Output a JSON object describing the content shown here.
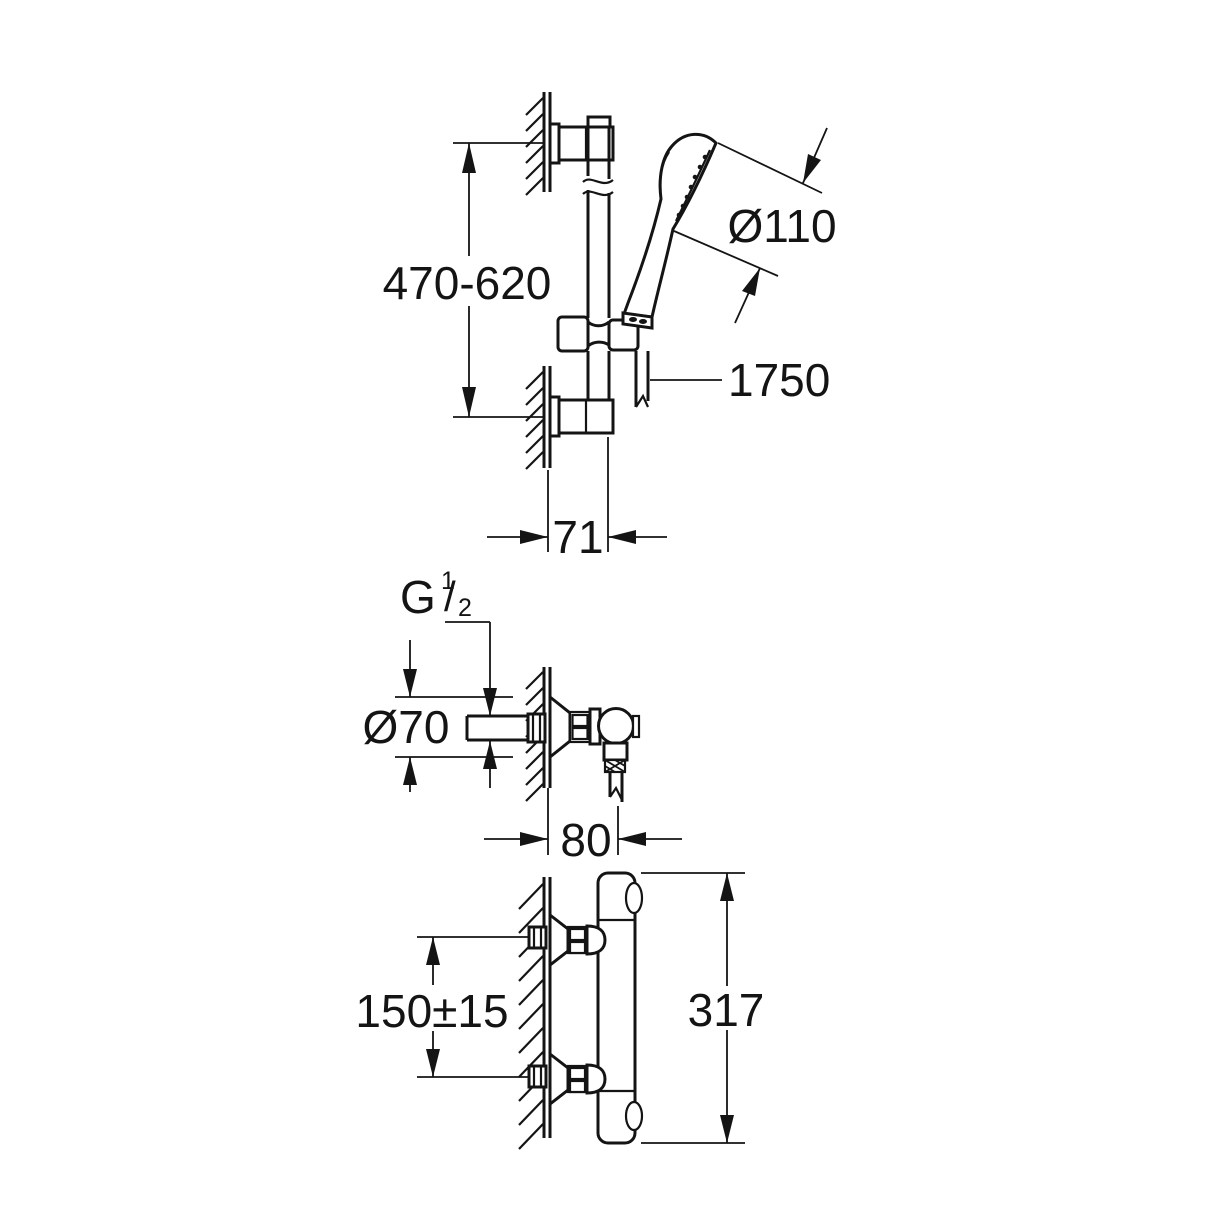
{
  "page": {
    "background": "#ffffff",
    "line_color": "#141414"
  },
  "views": {
    "shower_rail_set": {
      "rail_height_range": "470-620",
      "head_diameter": "Ø110",
      "hose_length": "1750",
      "rail_wall_offset": "71"
    },
    "wall_union": {
      "thread": {
        "prefix": "G",
        "numerator": "1",
        "slash": "/",
        "denominator": "2"
      },
      "escutcheon_diameter": "Ø70",
      "wall_offset": "80"
    },
    "thermostat": {
      "inlet_spacing": "150±15",
      "body_height": "317"
    }
  }
}
